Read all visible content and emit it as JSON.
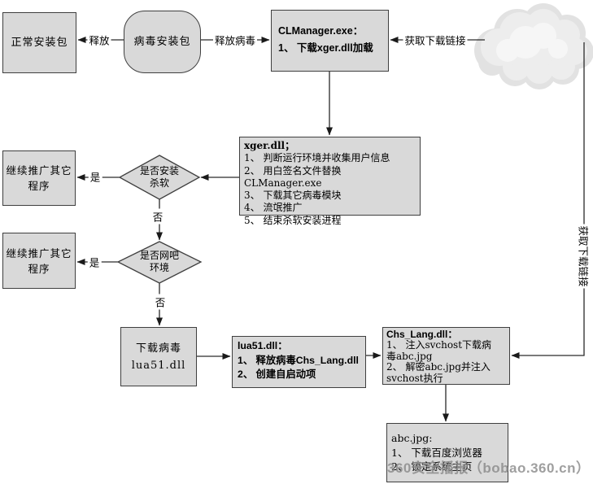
{
  "colors": {
    "node_fill": "#d9d9d9",
    "node_border": "#3f3f3f",
    "line": "#2a2a2a",
    "watermark": "#8a8a8a",
    "cloud": "#ececec"
  },
  "nodes": {
    "normal_package": {
      "label": "正常安装包"
    },
    "virus_package": {
      "label": "病毒安装包"
    },
    "clmanager": {
      "title": "CLManager.exe：",
      "line1": "1、 下载xger.dll加载"
    },
    "xger": {
      "title": "xger.dll；",
      "lines": [
        "1、 判断运行环境并收集用户信息",
        "2、 用白签名文件替换CLManager.exe",
        "3、 下载其它病毒模块",
        "4、 流氓推广",
        "5、 结束杀软安装进程"
      ]
    },
    "decision_av": {
      "line1": "是否安装",
      "line2": "杀软"
    },
    "decision_netcafe": {
      "line1": "是否网吧",
      "line2": "环境"
    },
    "promote_other_1": {
      "line1": "继续推广其它",
      "line2": "程序"
    },
    "promote_other_2": {
      "line1": "继续推广其它",
      "line2": "程序"
    },
    "download_virus": {
      "line1": "下载病毒",
      "line2": "lua51.dll"
    },
    "lua51": {
      "title": "lua51.dll：",
      "lines": [
        "1、 释放病毒Chs_Lang.dll",
        "2、 创建自启动项"
      ]
    },
    "chs_lang": {
      "title": "Chs_Lang.dll：",
      "lines": [
        "1、 注入svchost下载病",
        "毒abc.jpg",
        "2、 解密abc.jpg并注入",
        "svchost执行"
      ]
    },
    "abc_jpg": {
      "title": "abc.jpg:",
      "lines": [
        "1、 下载百度浏览器",
        "2、 锁定系统主页"
      ]
    }
  },
  "edges": {
    "release": "释放",
    "release_virus": "释放病毒",
    "get_download_link": "获取下载链接",
    "get_download_link_vertical": "获取下载链接",
    "yes_1": "是",
    "no_1": "否",
    "yes_2": "是",
    "no_2": "否"
  },
  "watermark": {
    "text": "360安全播报（bobao.360.cn）"
  }
}
